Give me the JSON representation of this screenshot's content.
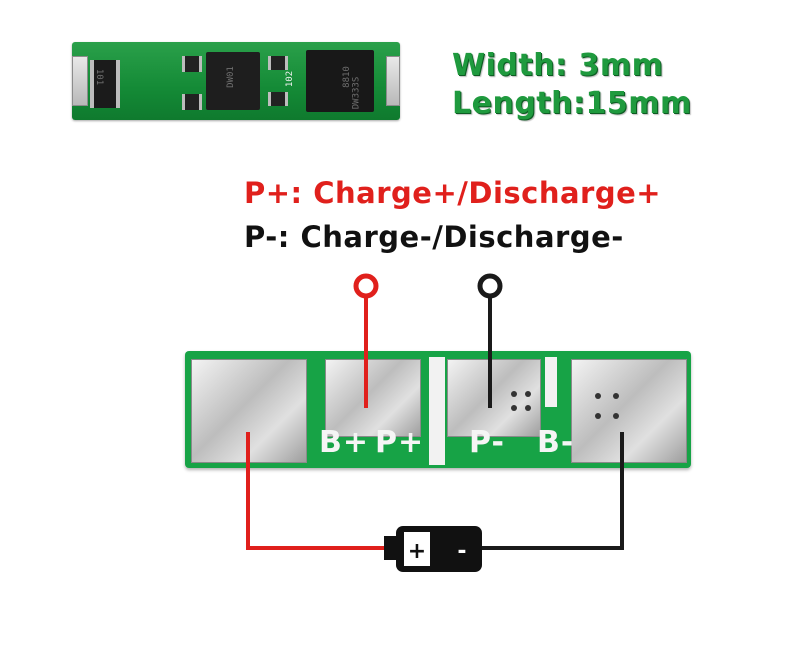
{
  "small_board": {
    "resistor_1": "101",
    "resistor_2": "102",
    "chip_1": "DW01",
    "chip_2_line1": "8810",
    "chip_2_line2": "DW333S"
  },
  "dimensions": {
    "width": "Width: 3mm",
    "length": "Length:15mm"
  },
  "pins": {
    "p_plus": {
      "label": "P+: ",
      "text": "Charge+/Discharge+",
      "color": "#e0201c"
    },
    "p_minus": {
      "label": "P-: ",
      "text": "Charge-/Discharge-",
      "color": "#111111"
    }
  },
  "board_labels": {
    "b_plus": "B+",
    "p_plus": "P+",
    "p_minus": "P-",
    "b_minus": "B-"
  },
  "battery": {
    "plus": "+",
    "minus": "-"
  },
  "colors": {
    "positive_wire": "#e0201c",
    "negative_wire": "#1a1a1a",
    "pcb_green": "#17a346",
    "dimension_green": "#1f9a3e"
  }
}
